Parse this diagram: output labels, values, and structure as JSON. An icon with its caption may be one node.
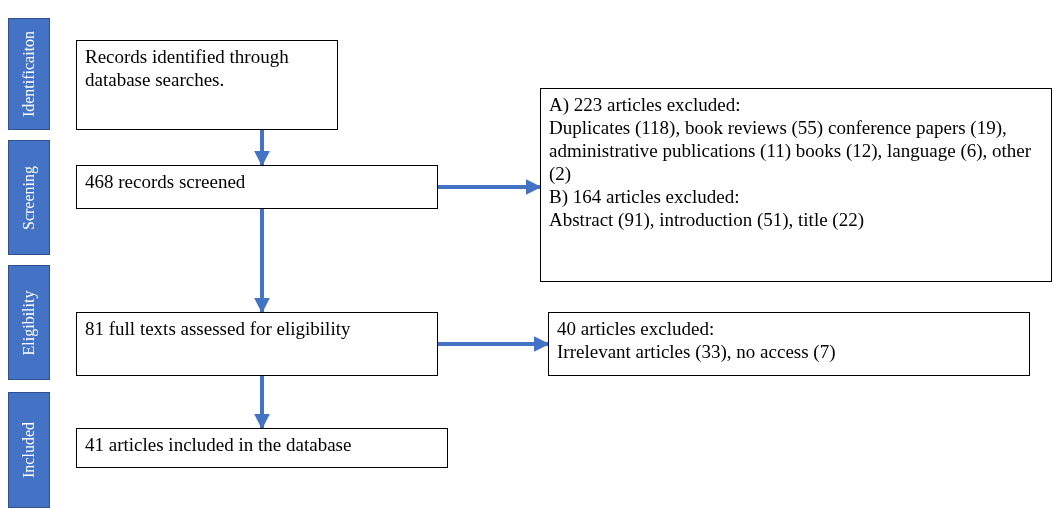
{
  "diagram": {
    "nodes": [
      {
        "text": [
          "Identificaiton"
        ]
      },
      {
        "text": [
          "Records identified through database searches."
        ]
      },
      {
        "text": [
          "Screening"
        ]
      },
      {
        "text": [
          "468 records screened"
        ]
      },
      {
        "text": [
          "A) 223 articles excluded:",
          "Duplicates (118), book reviews (55) conference papers (19), administrative publications (11) books (12), language (6), other (2)",
          "B) 164  articles excluded:",
          "Abstract (91), introduction (51), title (22)"
        ]
      },
      {
        "text": [
          "Eligibility"
        ]
      },
      {
        "text": [
          "81 full texts assessed for eligibility"
        ]
      },
      {
        "text": [
          "40 articles excluded:",
          "Irrelevant articles (33), no access (7)"
        ]
      },
      {
        "text": [
          "Included"
        ]
      },
      {
        "text": [
          "41 articles included in the database"
        ]
      }
    ],
    "edges": [
      {
        "from": 1,
        "to": 3,
        "arrow": "to"
      },
      {
        "from": 3,
        "to": 6,
        "arrow": "to"
      },
      {
        "from": 6,
        "to": 9,
        "arrow": "to"
      },
      {
        "from": 3,
        "to": 4,
        "arrow": "to"
      },
      {
        "from": 6,
        "to": 7,
        "arrow": "to"
      }
    ]
  }
}
